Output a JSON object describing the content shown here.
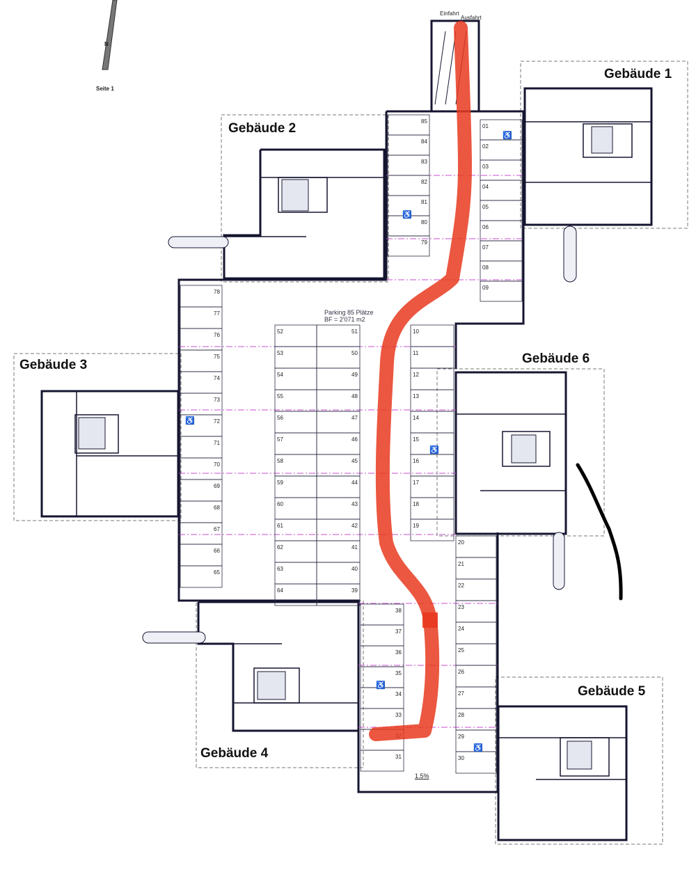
{
  "north_label": "N",
  "page_label": "Seite 1",
  "entrance_label": "Einfahrt",
  "exit_label": "Ausfahrt",
  "parking_title": "Parking 85 Plätze",
  "parking_area": "BF = 2'071 m2",
  "slope_label": "1.5%",
  "buildings": [
    {
      "id": "g1",
      "label": "Gebäude 1"
    },
    {
      "id": "g2",
      "label": "Gebäude 2"
    },
    {
      "id": "g3",
      "label": "Gebäude 3"
    },
    {
      "id": "g4",
      "label": "Gebäude 4"
    },
    {
      "id": "g5",
      "label": "Gebäude 5"
    },
    {
      "id": "g6",
      "label": "Gebäude 6"
    }
  ],
  "parking_columns": [
    {
      "id": "ramp-left",
      "spots": [
        "85",
        "84",
        "83",
        "82",
        "81",
        "80",
        "79"
      ]
    },
    {
      "id": "ramp-right",
      "spots": [
        "01",
        "02",
        "03",
        "04",
        "05",
        "06",
        "07",
        "08",
        "09"
      ]
    },
    {
      "id": "west-outer",
      "spots": [
        "78",
        "77",
        "76",
        "75",
        "74",
        "73",
        "72",
        "71",
        "70",
        "69",
        "68",
        "67",
        "66",
        "65"
      ]
    },
    {
      "id": "island-left",
      "spots": [
        "52",
        "53",
        "54",
        "55",
        "56",
        "57",
        "58",
        "59",
        "60",
        "61",
        "62",
        "63",
        "64"
      ]
    },
    {
      "id": "island-right",
      "spots": [
        "51",
        "50",
        "49",
        "48",
        "47",
        "46",
        "45",
        "44",
        "43",
        "42",
        "41",
        "40",
        "39"
      ]
    },
    {
      "id": "east-inner",
      "spots": [
        "10",
        "11",
        "12",
        "13",
        "14",
        "15",
        "16",
        "17",
        "18",
        "19"
      ]
    },
    {
      "id": "south-right",
      "spots": [
        "20",
        "21",
        "22",
        "23",
        "24",
        "25",
        "26",
        "27",
        "28",
        "29",
        "30"
      ]
    },
    {
      "id": "south-left",
      "spots": [
        "38",
        "37",
        "36",
        "35",
        "34",
        "33",
        "32",
        "31"
      ]
    }
  ],
  "accessible_symbol": "♿",
  "colors": {
    "wall": "#151530",
    "route": "#e8391e",
    "guide": "#c94fd0",
    "dash": "#777777",
    "marker": "#1a1a1a"
  }
}
